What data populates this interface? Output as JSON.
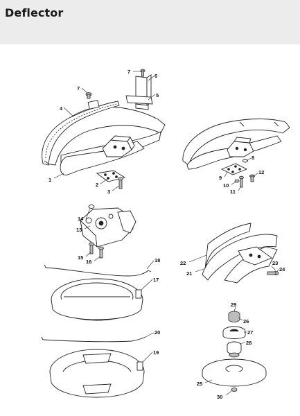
{
  "header": {
    "title": "Deflector"
  },
  "parts": [
    {
      "id": "p1",
      "label": "1"
    },
    {
      "id": "p2",
      "label": "2"
    },
    {
      "id": "p3",
      "label": "3"
    },
    {
      "id": "p4",
      "label": "4"
    },
    {
      "id": "p5",
      "label": "5"
    },
    {
      "id": "p6",
      "label": "6"
    },
    {
      "id": "p7a",
      "label": "7"
    },
    {
      "id": "p7b",
      "label": "7"
    },
    {
      "id": "p8",
      "label": "8"
    },
    {
      "id": "p9",
      "label": "9"
    },
    {
      "id": "p10",
      "label": "10"
    },
    {
      "id": "p11",
      "label": "11"
    },
    {
      "id": "p12",
      "label": "12"
    },
    {
      "id": "p13",
      "label": "13"
    },
    {
      "id": "p14",
      "label": "14"
    },
    {
      "id": "p15",
      "label": "15"
    },
    {
      "id": "p16",
      "label": "16"
    },
    {
      "id": "p17",
      "label": "17"
    },
    {
      "id": "p18",
      "label": "18"
    },
    {
      "id": "p19",
      "label": "19"
    },
    {
      "id": "p20",
      "label": "20"
    },
    {
      "id": "p21",
      "label": "21"
    },
    {
      "id": "p22",
      "label": "22"
    },
    {
      "id": "p23",
      "label": "23"
    },
    {
      "id": "p24",
      "label": "24"
    },
    {
      "id": "p25",
      "label": "25"
    },
    {
      "id": "p26",
      "label": "26"
    },
    {
      "id": "p27",
      "label": "27"
    },
    {
      "id": "p28",
      "label": "28"
    },
    {
      "id": "p29",
      "label": "29"
    },
    {
      "id": "p30",
      "label": "30"
    }
  ]
}
